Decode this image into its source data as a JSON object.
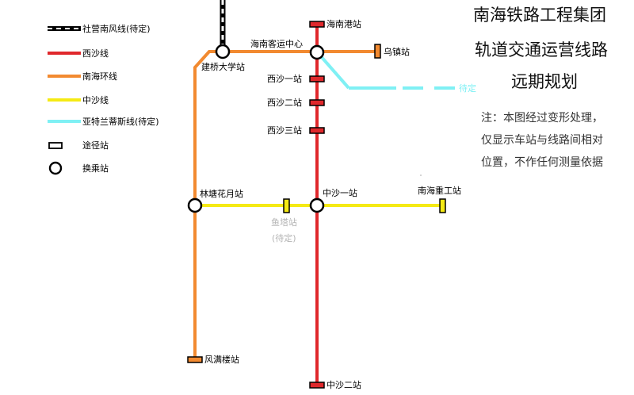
{
  "title": {
    "line1": "南海铁路工程集团",
    "line2": "轨道交通运营线路",
    "line3": "远期规划"
  },
  "note": {
    "line1": "注：本图经过变形处理，",
    "line2": "仅显示车站与线路间相对",
    "line3": "位置，不作任何测量依据"
  },
  "legend": {
    "line_shefeng": "社营南风线(待定)",
    "line_xisha": "西沙线",
    "line_nanhai": "南海环线",
    "line_zhongsha": "中沙线",
    "line_yate": "亚特兰蒂斯线(待定)",
    "station_regular": "途径站",
    "station_transfer": "换乘站"
  },
  "stations": {
    "hainangang": "海南港站",
    "keyun": "海南客运中心",
    "jianqiao": "建桥大学站",
    "wuzhen": "乌镇站",
    "xisha1": "西沙一站",
    "xisha2": "西沙二站",
    "xisha3": "西沙三站",
    "lintang": "林塘花月站",
    "zhongsha1": "中沙一站",
    "nanhai_zhonggong": "南海重工站",
    "yuta": "鱼塔站",
    "yuta_status": "(待定)",
    "fengman": "风满楼站",
    "zhongsha2": "中沙二站",
    "yate_pending": "待定"
  },
  "colors": {
    "xisha": "#e0282c",
    "nanhai": "#f28a30",
    "zhongsha": "#f5ea14",
    "yate": "#7ff0f4",
    "shefeng": "#000000"
  }
}
